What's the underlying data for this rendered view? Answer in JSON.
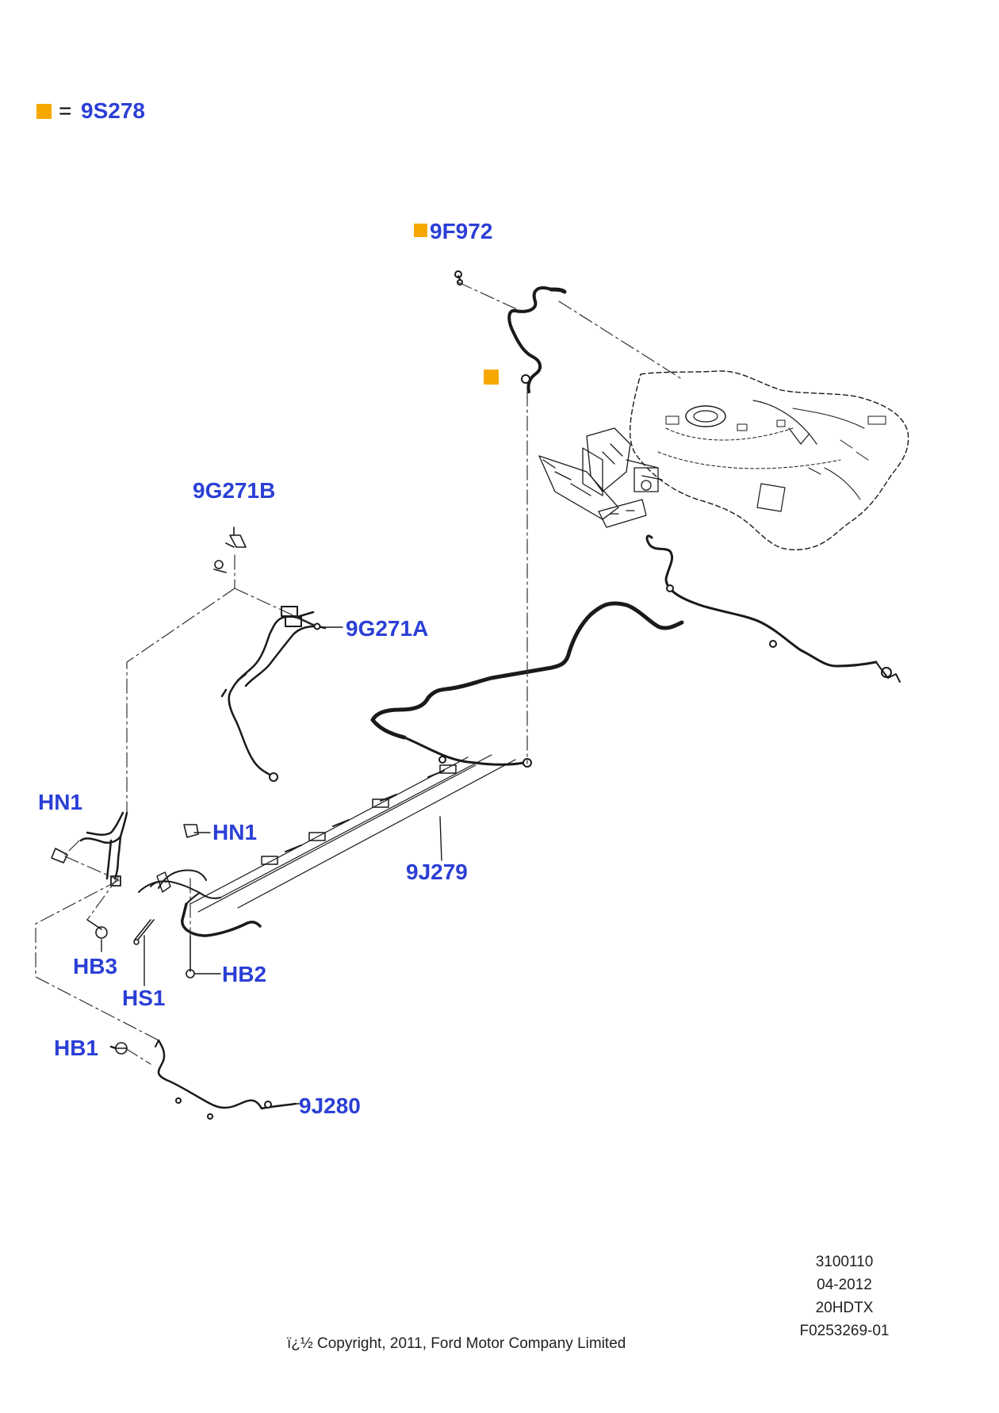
{
  "colors": {
    "label": "#2b3fd6",
    "marker": "#f7a800",
    "line": "#1a1a1a",
    "dash": "#333333"
  },
  "legend": {
    "symbol_icon": "orange-square-icon",
    "equals": "=",
    "part": "9S278"
  },
  "callouts": {
    "c_9F972": "9F972",
    "c_9G271B": "9G271B",
    "c_9G271A": "9G271A",
    "c_HN1_left": "HN1",
    "c_HN1_right": "HN1",
    "c_9J279": "9J279",
    "c_HB3": "HB3",
    "c_HS1": "HS1",
    "c_HB2": "HB2",
    "c_HB1": "HB1",
    "c_9J280": "9J280"
  },
  "meta": {
    "code1": "3100110",
    "date": "04-2012",
    "model": "20HDTX",
    "figure": "F0253269-01",
    "copyright": "ï¿½ Copyright, 2011, Ford Motor Company Limited"
  }
}
